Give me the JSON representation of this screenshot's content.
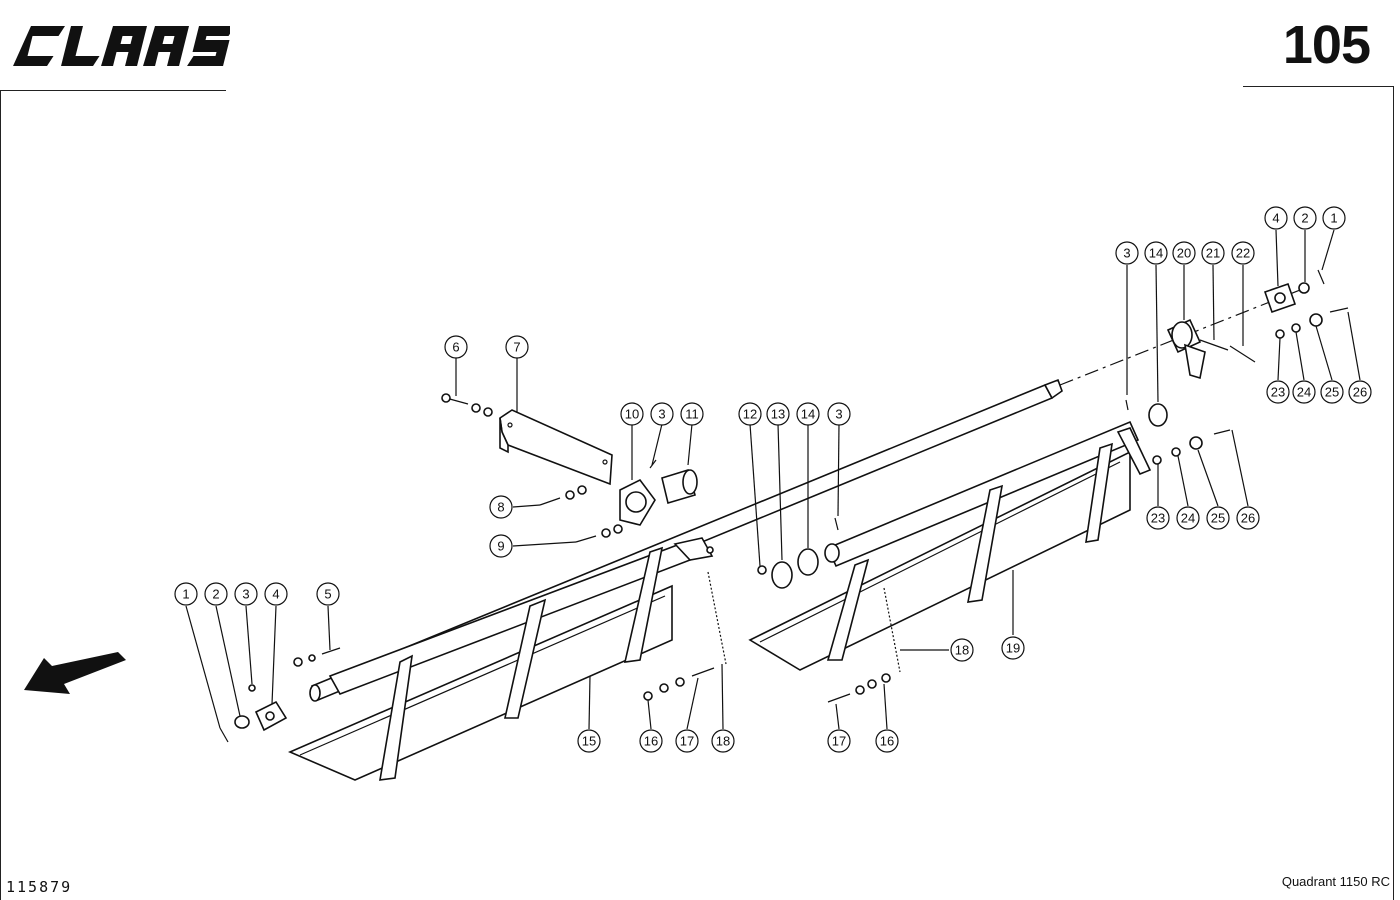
{
  "header": {
    "brand": "CLAAS",
    "page_number": "105"
  },
  "footer": {
    "drawing_number": "115879",
    "model": "Quadrant 1150 RC"
  },
  "callouts": [
    {
      "id": "c-6",
      "label": "6"
    },
    {
      "id": "c-7",
      "label": "7"
    },
    {
      "id": "c-10",
      "label": "10"
    },
    {
      "id": "c-3a",
      "label": "3"
    },
    {
      "id": "c-11",
      "label": "11"
    },
    {
      "id": "c-8",
      "label": "8"
    },
    {
      "id": "c-9",
      "label": "9"
    },
    {
      "id": "c-12",
      "label": "12"
    },
    {
      "id": "c-13",
      "label": "13"
    },
    {
      "id": "c-14a",
      "label": "14"
    },
    {
      "id": "c-3b",
      "label": "3"
    },
    {
      "id": "c-3c",
      "label": "3"
    },
    {
      "id": "c-14b",
      "label": "14"
    },
    {
      "id": "c-20",
      "label": "20"
    },
    {
      "id": "c-21",
      "label": "21"
    },
    {
      "id": "c-22",
      "label": "22"
    },
    {
      "id": "c-4a",
      "label": "4"
    },
    {
      "id": "c-2a",
      "label": "2"
    },
    {
      "id": "c-1a",
      "label": "1"
    },
    {
      "id": "c-23a",
      "label": "23"
    },
    {
      "id": "c-24a",
      "label": "24"
    },
    {
      "id": "c-25a",
      "label": "25"
    },
    {
      "id": "c-26a",
      "label": "26"
    },
    {
      "id": "c-23b",
      "label": "23"
    },
    {
      "id": "c-24b",
      "label": "24"
    },
    {
      "id": "c-25b",
      "label": "25"
    },
    {
      "id": "c-26b",
      "label": "26"
    },
    {
      "id": "c-1b",
      "label": "1"
    },
    {
      "id": "c-2b",
      "label": "2"
    },
    {
      "id": "c-3d",
      "label": "3"
    },
    {
      "id": "c-4b",
      "label": "4"
    },
    {
      "id": "c-5",
      "label": "5"
    },
    {
      "id": "c-15",
      "label": "15"
    },
    {
      "id": "c-16a",
      "label": "16"
    },
    {
      "id": "c-17a",
      "label": "17"
    },
    {
      "id": "c-18a",
      "label": "18"
    },
    {
      "id": "c-18b",
      "label": "18"
    },
    {
      "id": "c-19",
      "label": "19"
    },
    {
      "id": "c-17b",
      "label": "17"
    },
    {
      "id": "c-16b",
      "label": "16"
    }
  ],
  "colors": {
    "ink": "#111111",
    "paper": "#ffffff"
  },
  "icons": {
    "direction": "arrow-left-down-icon"
  }
}
